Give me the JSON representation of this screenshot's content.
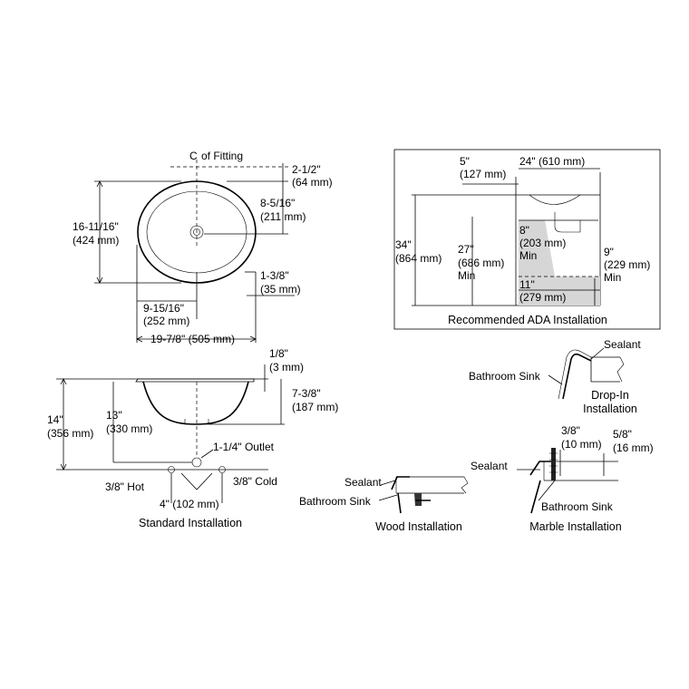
{
  "top_view": {
    "cl_symbol": "C",
    "cl_label": "of Fitting",
    "d1": "2-1/2\"",
    "d1b": "(64 mm)",
    "d2": "8-5/16\"",
    "d2b": "(211 mm)",
    "d3": "16-11/16\"",
    "d3b": "(424 mm)",
    "d4": "1-3/8\"",
    "d4b": "(35 mm)",
    "d5": "9-15/16\"",
    "d5b": "(252 mm)",
    "d6": "19-7/8\" (505 mm)"
  },
  "ada": {
    "caption": "Recommended ADA Installation",
    "d1": "5\"",
    "d1b": "(127 mm)",
    "d2": "24\" (610 mm)",
    "d3": "34\"",
    "d3b": "(864 mm)",
    "d4": "27\"",
    "d4b": "(686 mm)",
    "d4c": "Min",
    "d5": "8\"",
    "d5b": "(203 mm)",
    "d5c": "Min",
    "d6": "9\"",
    "d6b": "(229 mm)",
    "d6c": "Min",
    "d7": "11\"",
    "d7b": "(279 mm)"
  },
  "side_view": {
    "d1": "1/8\"",
    "d1b": "(3 mm)",
    "d2": "7-3/8\"",
    "d2b": "(187 mm)",
    "d3": "14\"",
    "d3b": "(356 mm)",
    "d4": "13\"",
    "d4b": "(330 mm)",
    "outlet": "1-1/4\" Outlet",
    "hot": "3/8\" Hot",
    "cold": "3/8\" Cold",
    "spacing": "4\" (102 mm)",
    "caption": "Standard Installation"
  },
  "drop_in": {
    "sealant": "Sealant",
    "sink": "Bathroom Sink",
    "caption_1": "Drop-In",
    "caption_2": "Installation"
  },
  "wood": {
    "sealant": "Sealant",
    "sink": "Bathroom Sink",
    "caption": "Wood Installation"
  },
  "marble": {
    "sealant": "Sealant",
    "d1": "3/8\"",
    "d1b": "(10 mm)",
    "d2": "5/8\"",
    "d2b": "(16 mm)",
    "sink": "Bathroom Sink",
    "caption": "Marble Installation"
  }
}
